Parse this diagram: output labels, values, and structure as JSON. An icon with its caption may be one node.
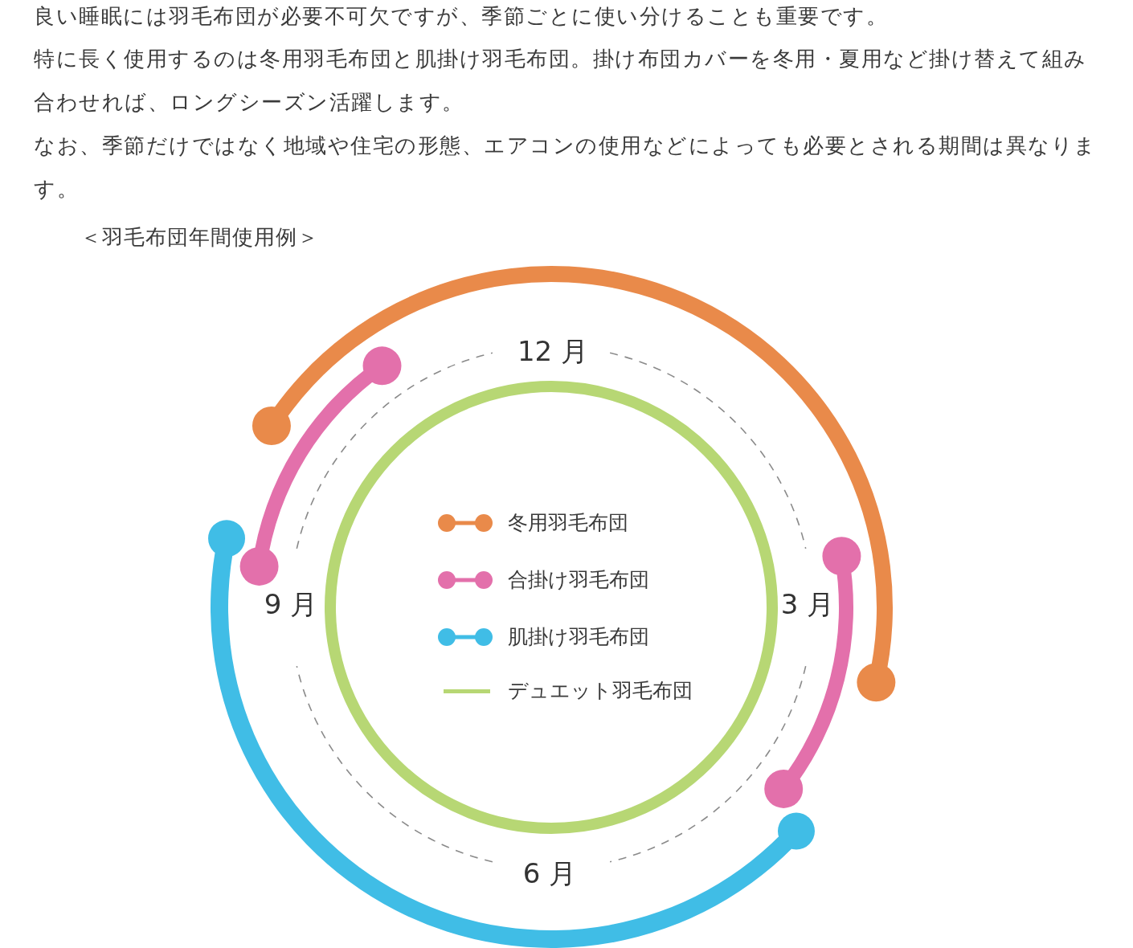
{
  "diagram": {
    "title": "＜羽毛布団年間使用例＞",
    "labels": [
      "良い睡眠には羽毛布団が必要不可欠ですが、季節ごとに使い分けることも重要です。",
      "特に長く使用するのは冬用羽毛布団と肌掛け羽毛布団。掛け布団カバーを冬用・夏用など掛け替えて組み合わせれば、ロングシーズン活躍します。",
      "なお、季節だけではなく地域や住宅の形態、エアコンの使用などによっても必要とされる期間は異なります。",
      "12 月",
      "9 月",
      "3 月",
      "6 月"
    ],
    "legend": [
      {
        "text": "冬用羽毛布団"
      },
      {
        "text": "合掛け羽毛布団"
      },
      {
        "text": "肌掛け羽毛布団"
      },
      {
        "text": "デュエット羽毛布団"
      }
    ]
  }
}
